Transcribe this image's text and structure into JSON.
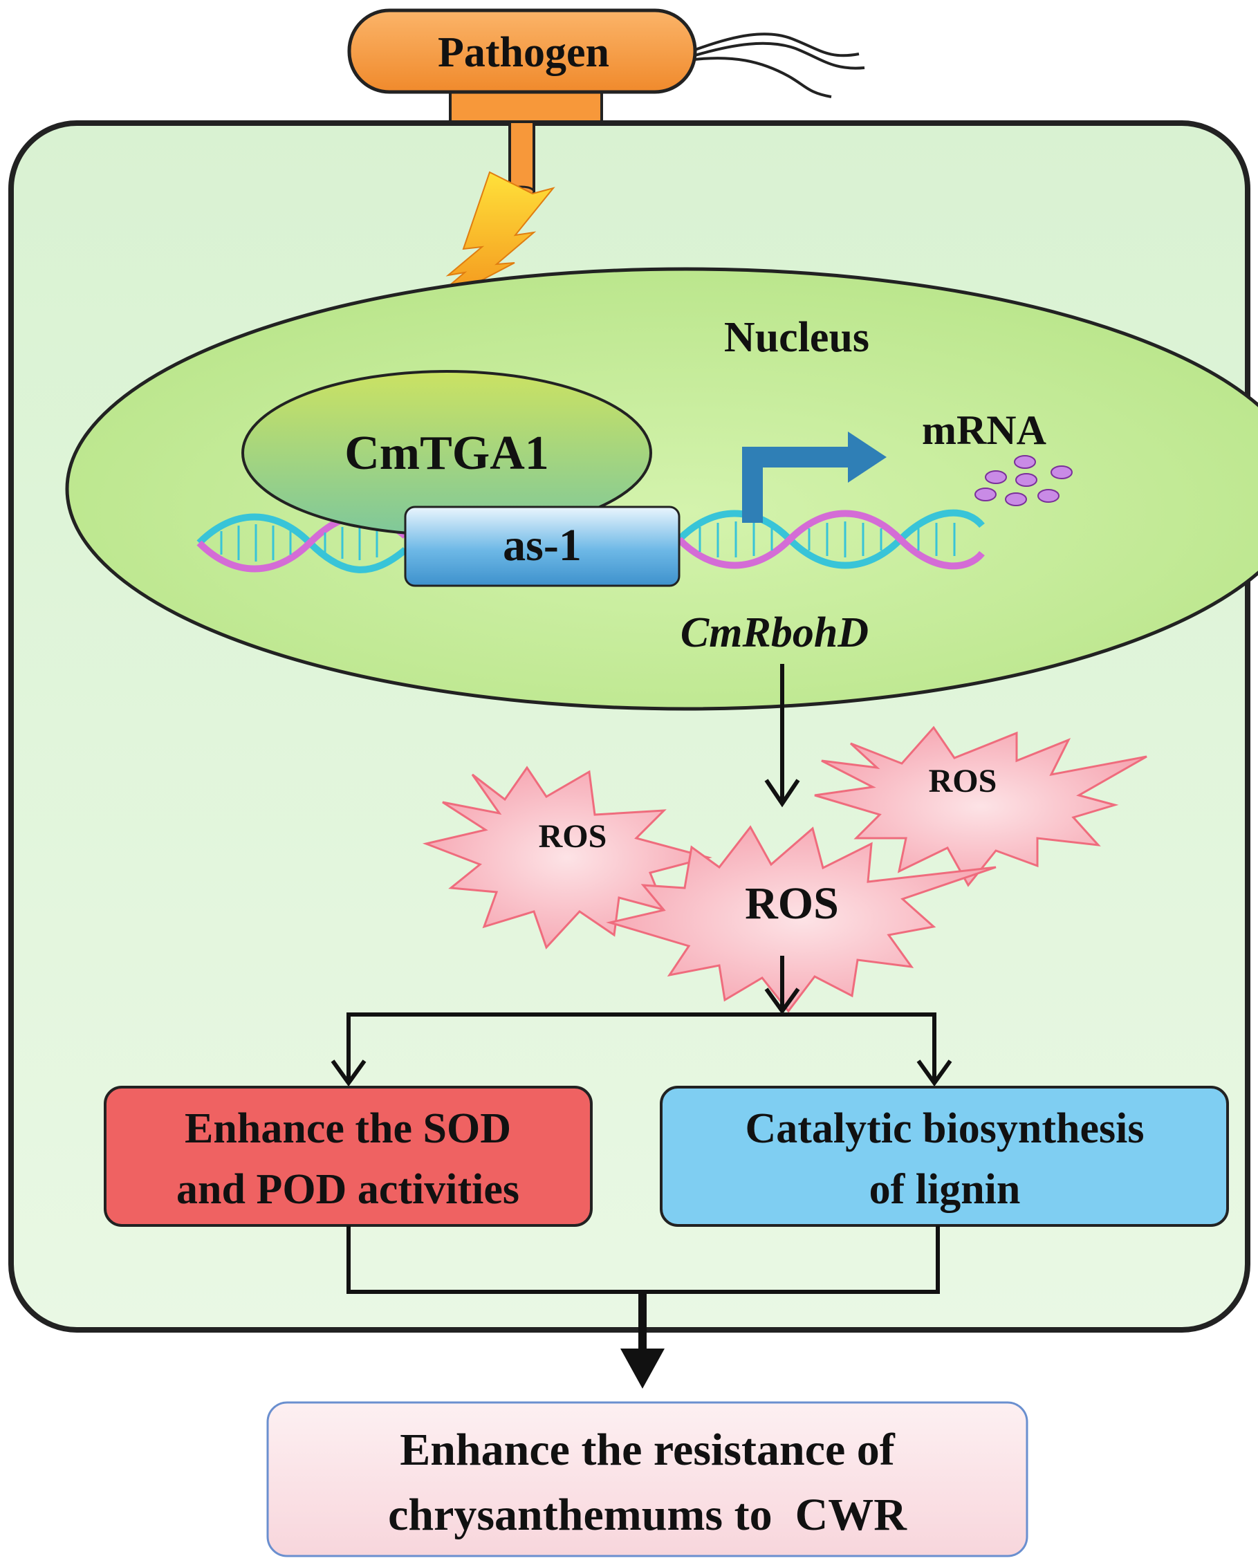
{
  "pathogen": {
    "label": "Pathogen"
  },
  "nucleus": {
    "label": "Nucleus"
  },
  "transcription_factor": {
    "label": "CmTGA1"
  },
  "promoter_element": {
    "label": "as-1"
  },
  "transcript": {
    "label": "mRNA"
  },
  "gene": {
    "label": "CmRbohD"
  },
  "ros_bursts": [
    {
      "label": "ROS"
    },
    {
      "label": "ROS"
    },
    {
      "label": "ROS"
    }
  ],
  "outcomes": {
    "left": {
      "line1": "Enhance the SOD",
      "line2": "and POD activities"
    },
    "right": {
      "line1": "Catalytic biosynthesis",
      "line2": "of lignin"
    }
  },
  "result": {
    "line1": "Enhance the resistance of",
    "line2": "chrysanthemums to  CWR"
  },
  "colors": {
    "cell_fill": "#e2f5dc",
    "nucleus_fill": "#c9ee9c",
    "pathogen_fill": "#f7983a",
    "tf_fill": "#b8d858",
    "as1_fill": "#5aa9dd",
    "mrna_dots": "#c98be6",
    "ros_fill": "#f7b8c0",
    "ros_stroke": "#ef6c7d",
    "left_box": "#ef6262",
    "right_box": "#7fcef2",
    "result_box": "#fbe7ea",
    "arrow": "#111111",
    "tss_arrow": "#2f7fb6"
  }
}
